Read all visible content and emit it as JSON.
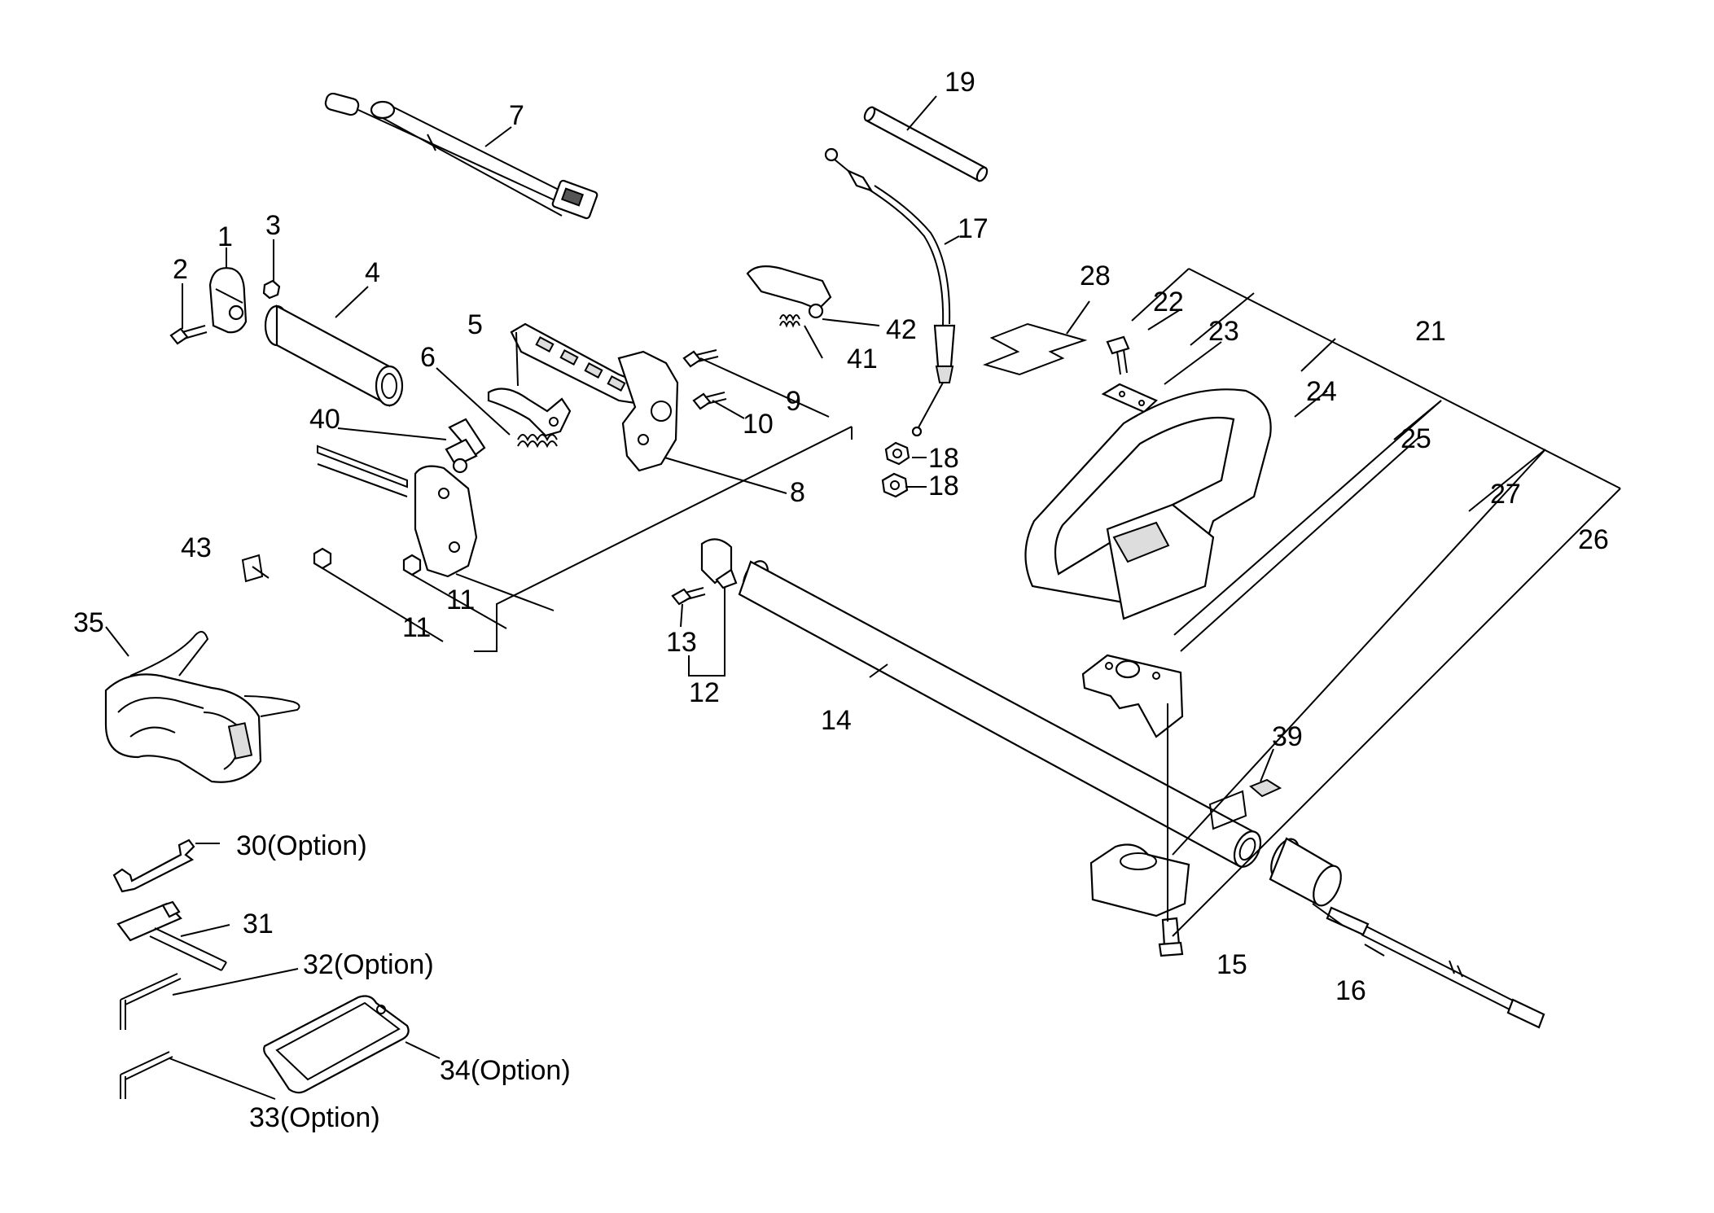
{
  "labels": {
    "l1": "1",
    "l2": "2",
    "l3": "3",
    "l4": "4",
    "l5": "5",
    "l6": "6",
    "l7": "7",
    "l8": "8",
    "l9": "9",
    "l10": "10",
    "l11a": "11",
    "l11b": "11",
    "l12": "12",
    "l13": "13",
    "l14": "14",
    "l15": "15",
    "l16": "16",
    "l17": "17",
    "l18a": "18",
    "l18b": "18",
    "l19": "19",
    "l21": "21",
    "l22": "22",
    "l23": "23",
    "l24": "24",
    "l25": "25",
    "l26": "26",
    "l27": "27",
    "l28": "28",
    "l30": "30(Option)",
    "l31": "31",
    "l32": "32(Option)",
    "l33": "33(Option)",
    "l34": "34(Option)",
    "l35": "35",
    "l39": "39",
    "l40": "40",
    "l41": "41",
    "l42": "42",
    "l43": "43"
  }
}
